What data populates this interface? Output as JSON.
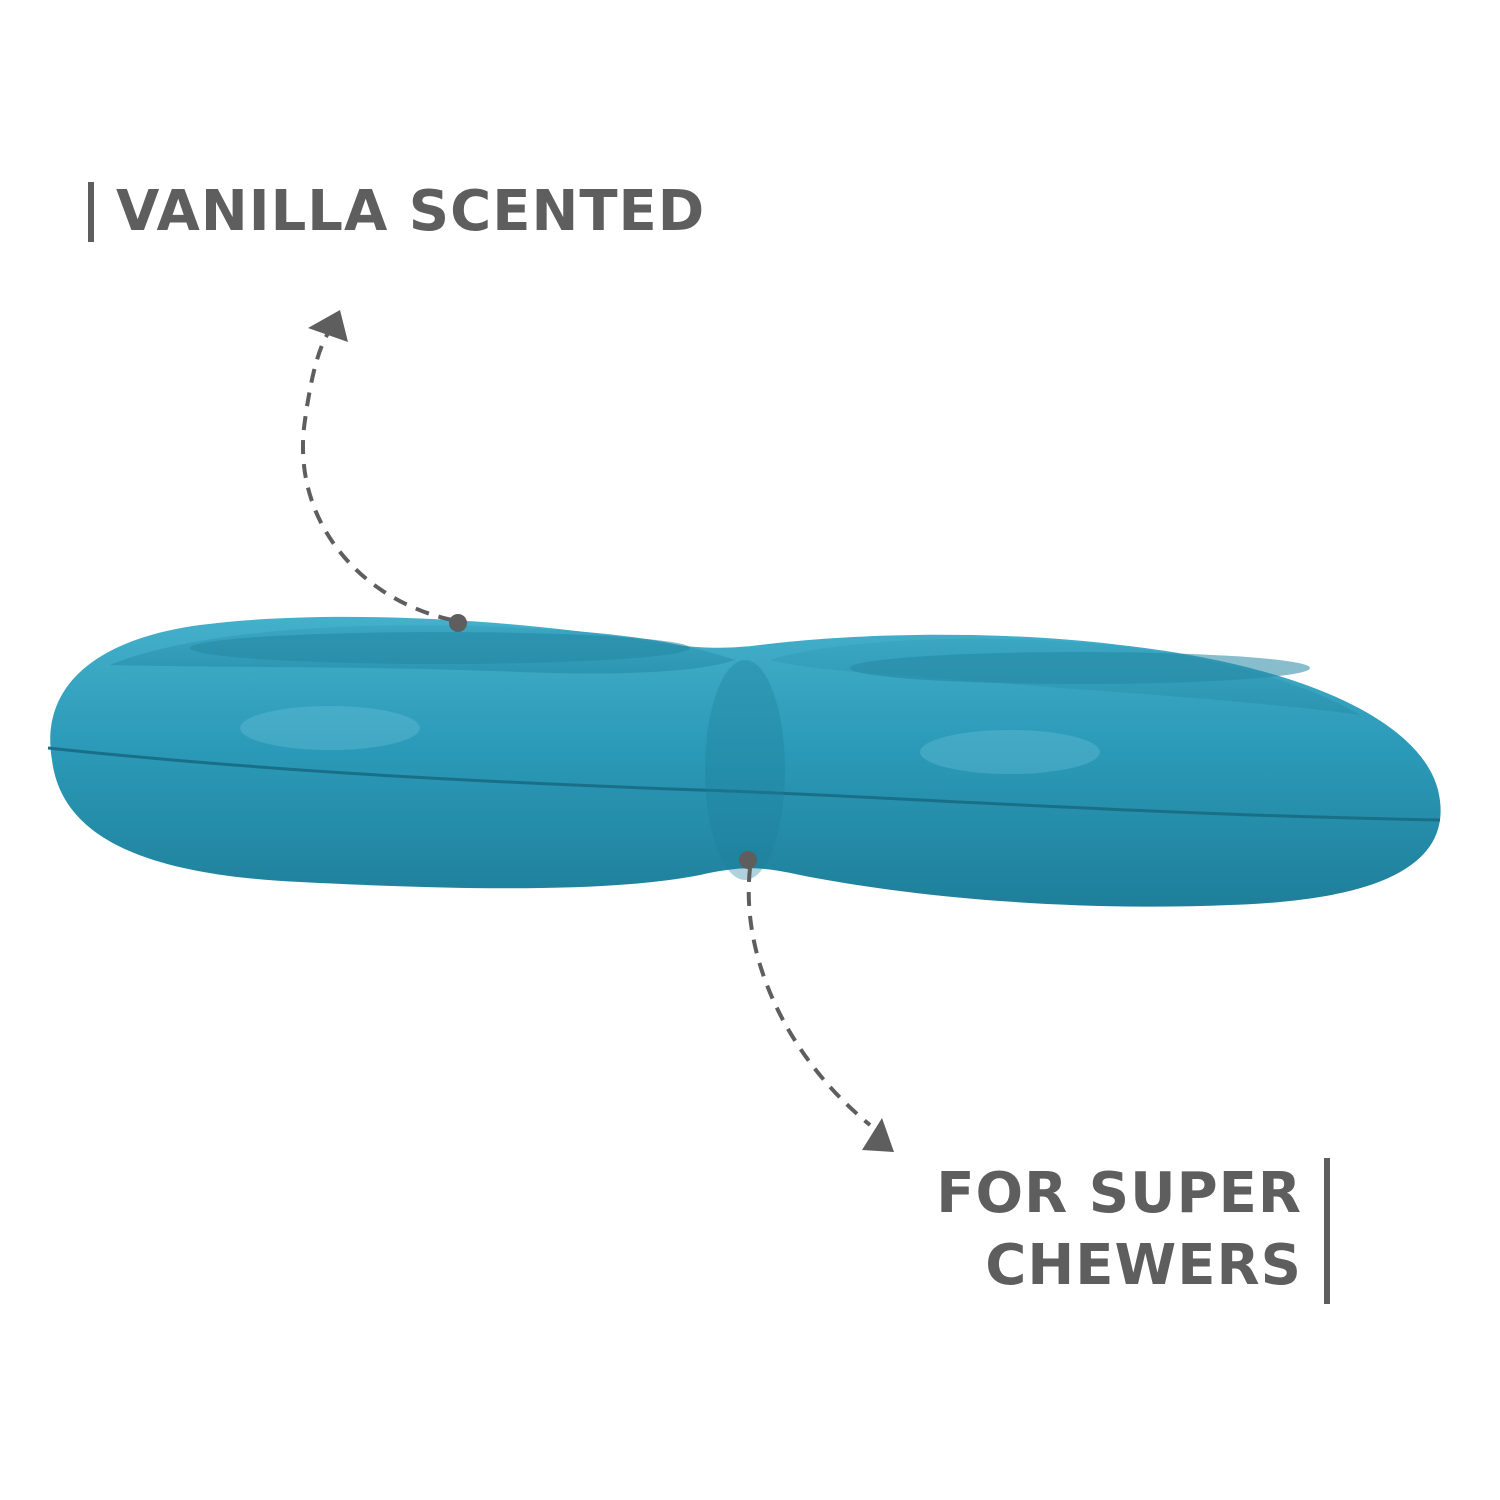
{
  "callouts": {
    "top": {
      "text": "VANILLA SCENTED"
    },
    "bottom": {
      "line1": "FOR SUPER",
      "line2": "CHEWERS"
    }
  },
  "colors": {
    "text": "#5e5e5e",
    "toy": "#2b9ab8",
    "toy_dark": "#1e7f9a",
    "toy_light": "#45b0cb",
    "annotation": "#5e5e5e",
    "background": "#ffffff"
  },
  "product": {
    "icon": "figure-eight-chew-toy"
  }
}
